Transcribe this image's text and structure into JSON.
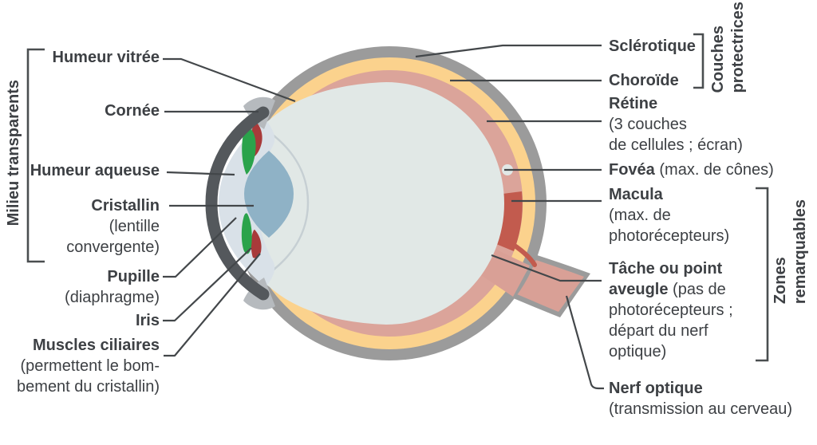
{
  "groups": {
    "milieu_transparents": "Milieu transparents",
    "couches_protectrices": {
      "line1": "Couches",
      "line2": "protectrices"
    },
    "zones_remarquables": {
      "line1": "Zones",
      "line2": "remarquables"
    }
  },
  "labels": {
    "humeur_vitree": {
      "name": "Humeur vitrée"
    },
    "cornee": {
      "name": "Cornée"
    },
    "humeur_aqueuse": {
      "name": "Humeur aqueuse"
    },
    "cristallin": {
      "name": "Cristallin",
      "details": [
        "(lentille",
        "convergente)"
      ]
    },
    "pupille": {
      "name": "Pupille",
      "details": [
        "(diaphragme)"
      ]
    },
    "iris": {
      "name": "Iris"
    },
    "muscles_ciliaires": {
      "name": "Muscles ciliaires",
      "details": [
        "(permettent le bom-",
        "bement du cristallin)"
      ]
    },
    "sclerotique": {
      "name": "Sclérotique"
    },
    "choroide": {
      "name": "Choroïde"
    },
    "retine": {
      "name": "Rétine",
      "details": [
        "(3 couches",
        "de cellules ; écran)"
      ]
    },
    "fovea": {
      "name": "Fovéa",
      "inline_detail": " (max. de cônes)"
    },
    "macula": {
      "name": "Macula",
      "details": [
        "(max. de",
        "photorécepteurs)"
      ]
    },
    "tache_aveugle": {
      "name_line1": "Tâche ou point",
      "name_line2": "aveugle",
      "inline_detail": " (pas de",
      "details": [
        "photorécepteurs ;",
        "départ du nerf",
        "optique)"
      ]
    },
    "nerf_optique": {
      "name": "Nerf optique",
      "details": [
        "(transmission au cerveau)"
      ]
    }
  },
  "colors": {
    "sclera_gray": "#9b9b9b",
    "choroid_yellow": "#fbd28d",
    "retina_pink": "#dba49a",
    "macula_red": "#c25b4e",
    "vitreous_light": "#e1e8e6",
    "aqueous_light": "#d9e1e8",
    "lens_blue": "#8fb2c6",
    "cornea_dark": "#54585c",
    "ciliary_green": "#2aa34b",
    "iris_red": "#a83a3a",
    "optic_nerve_pink": "#d9a096",
    "limbus_gray": "#b6babe",
    "leader_line": "#43474a",
    "text": "#3d4044"
  }
}
